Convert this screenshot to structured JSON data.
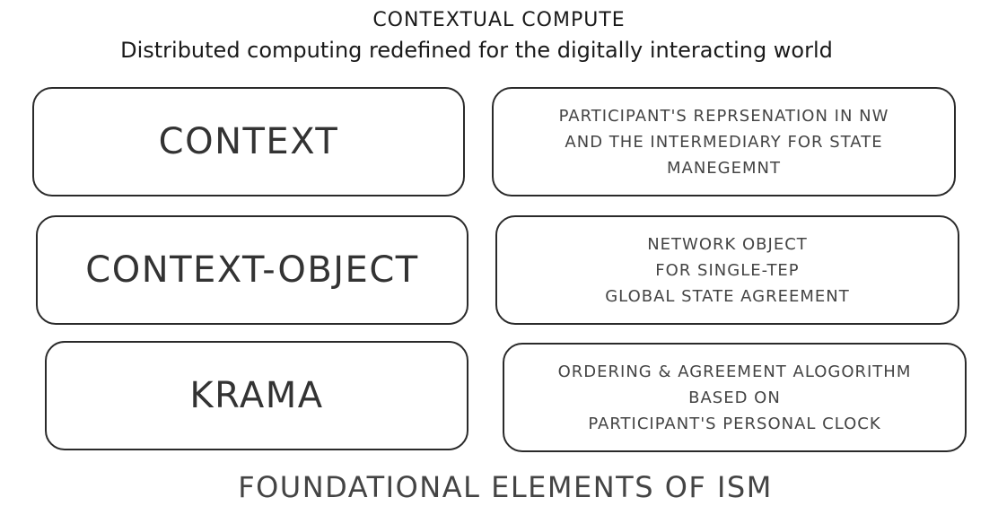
{
  "title": "CONTEXTUAL COMPUTE",
  "subtitle": "Distributed computing redefined for the digitally interacting world",
  "rows": [
    {
      "term": "CONTEXT",
      "description": [
        "PARTICIPANT'S REPRSENATION IN NW",
        "AND THE INTERMEDIARY FOR STATE",
        "MANEGEMNT"
      ]
    },
    {
      "term": "CONTEXT-OBJECT",
      "description": [
        "NETWORK OBJECT",
        "FOR SINGLE-TEP",
        "GLOBAL STATE AGREEMENT"
      ]
    },
    {
      "term": "KRAMA",
      "description": [
        "ORDERING & AGREEMENT ALOGORITHM",
        "BASED ON",
        "PARTICIPANT'S PERSONAL CLOCK"
      ]
    }
  ],
  "footer": "FOUNDATIONAL ELEMENTS OF ISM"
}
